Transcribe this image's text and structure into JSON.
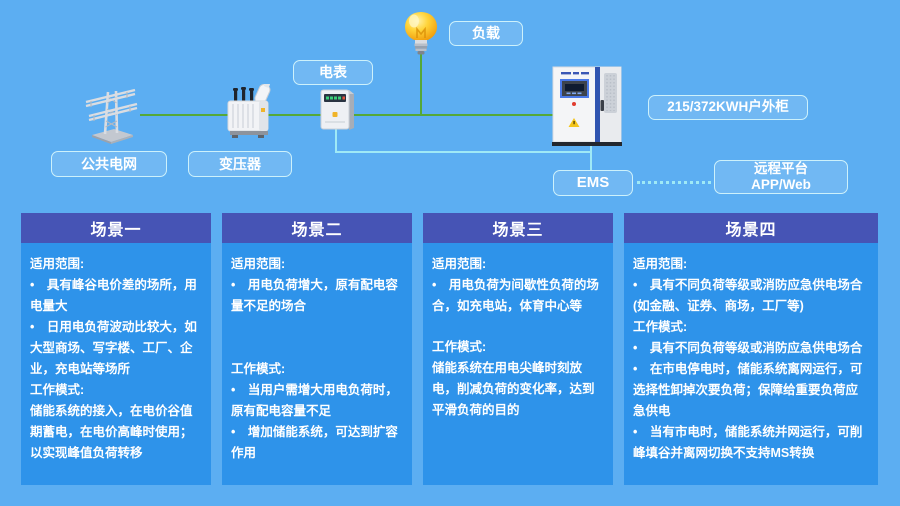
{
  "colors": {
    "background": "#5caef2",
    "card_body": "#2e93ea",
    "card_header": "#4654b5",
    "line_green": "#55a838",
    "line_cyan": "#9fe9f6",
    "tag_border": "#cdf1fb",
    "text": "#ffffff"
  },
  "diagram": {
    "labels": {
      "grid": "公共电网",
      "transformer": "变压器",
      "meter": "电表",
      "load": "负载",
      "cabinet": "215/372KWH户外柜",
      "ems": "EMS",
      "remote_line1": "远程平台",
      "remote_line2": "APP/Web"
    },
    "icons": [
      "power-tower-icon",
      "transformer-icon",
      "energy-meter-icon",
      "light-bulb-icon",
      "storage-cabinet-icon"
    ]
  },
  "cards": [
    {
      "title": "场景一",
      "sections": [
        {
          "heading": "适用范围:",
          "items": [
            {
              "bullet": true,
              "text": "具有峰谷电价差的场所，用电量大"
            },
            {
              "bullet": true,
              "text": "日用电负荷波动比较大，如大型商场、写字楼、工厂、企业，充电站等场所"
            }
          ]
        },
        {
          "heading": "工作模式:",
          "items": [
            {
              "bullet": false,
              "text": "储能系统的接入，在电价谷值期蓄电，在电价高峰时使用；以实现峰值负荷转移"
            }
          ]
        }
      ]
    },
    {
      "title": "场景二",
      "sections": [
        {
          "heading": "适用范围:",
          "items": [
            {
              "bullet": true,
              "text": "用电负荷增大，原有配电容量不足的场合"
            }
          ]
        },
        {
          "heading": "工作模式:",
          "items": [
            {
              "bullet": true,
              "text": "当用户需增大用电负荷时，原有配电容量不足"
            },
            {
              "bullet": true,
              "text": "增加储能系统，可达到扩容作用"
            }
          ]
        }
      ]
    },
    {
      "title": "场景三",
      "sections": [
        {
          "heading": "适用范围:",
          "items": [
            {
              "bullet": true,
              "text": "用电负荷为间歇性负荷的场合，如充电站，体育中心等"
            }
          ]
        },
        {
          "heading": "工作模式:",
          "items": [
            {
              "bullet": false,
              "text": "储能系统在用电尖峰时刻放电，削减负荷的变化率，达到平滑负荷的目的"
            }
          ]
        }
      ]
    },
    {
      "title": "场景四",
      "sections": [
        {
          "heading": "适用范围:",
          "items": [
            {
              "bullet": true,
              "text": "具有不同负荷等级或消防应急供电场合(如金融、证券、商场，工厂等)"
            }
          ]
        },
        {
          "heading": "工作模式:",
          "items": [
            {
              "bullet": true,
              "text": "具有不同负荷等级或消防应急供电场合"
            },
            {
              "bullet": true,
              "text": "在市电停电时，储能系统离网运行，可选择性卸掉次要负荷；保障给重要负荷应急供电"
            },
            {
              "bullet": true,
              "text": "当有市电时，储能系统并网运行，可削峰填谷并离网切换不支持MS转换"
            }
          ]
        }
      ]
    }
  ],
  "card_widths": [
    190,
    190,
    190,
    254
  ]
}
